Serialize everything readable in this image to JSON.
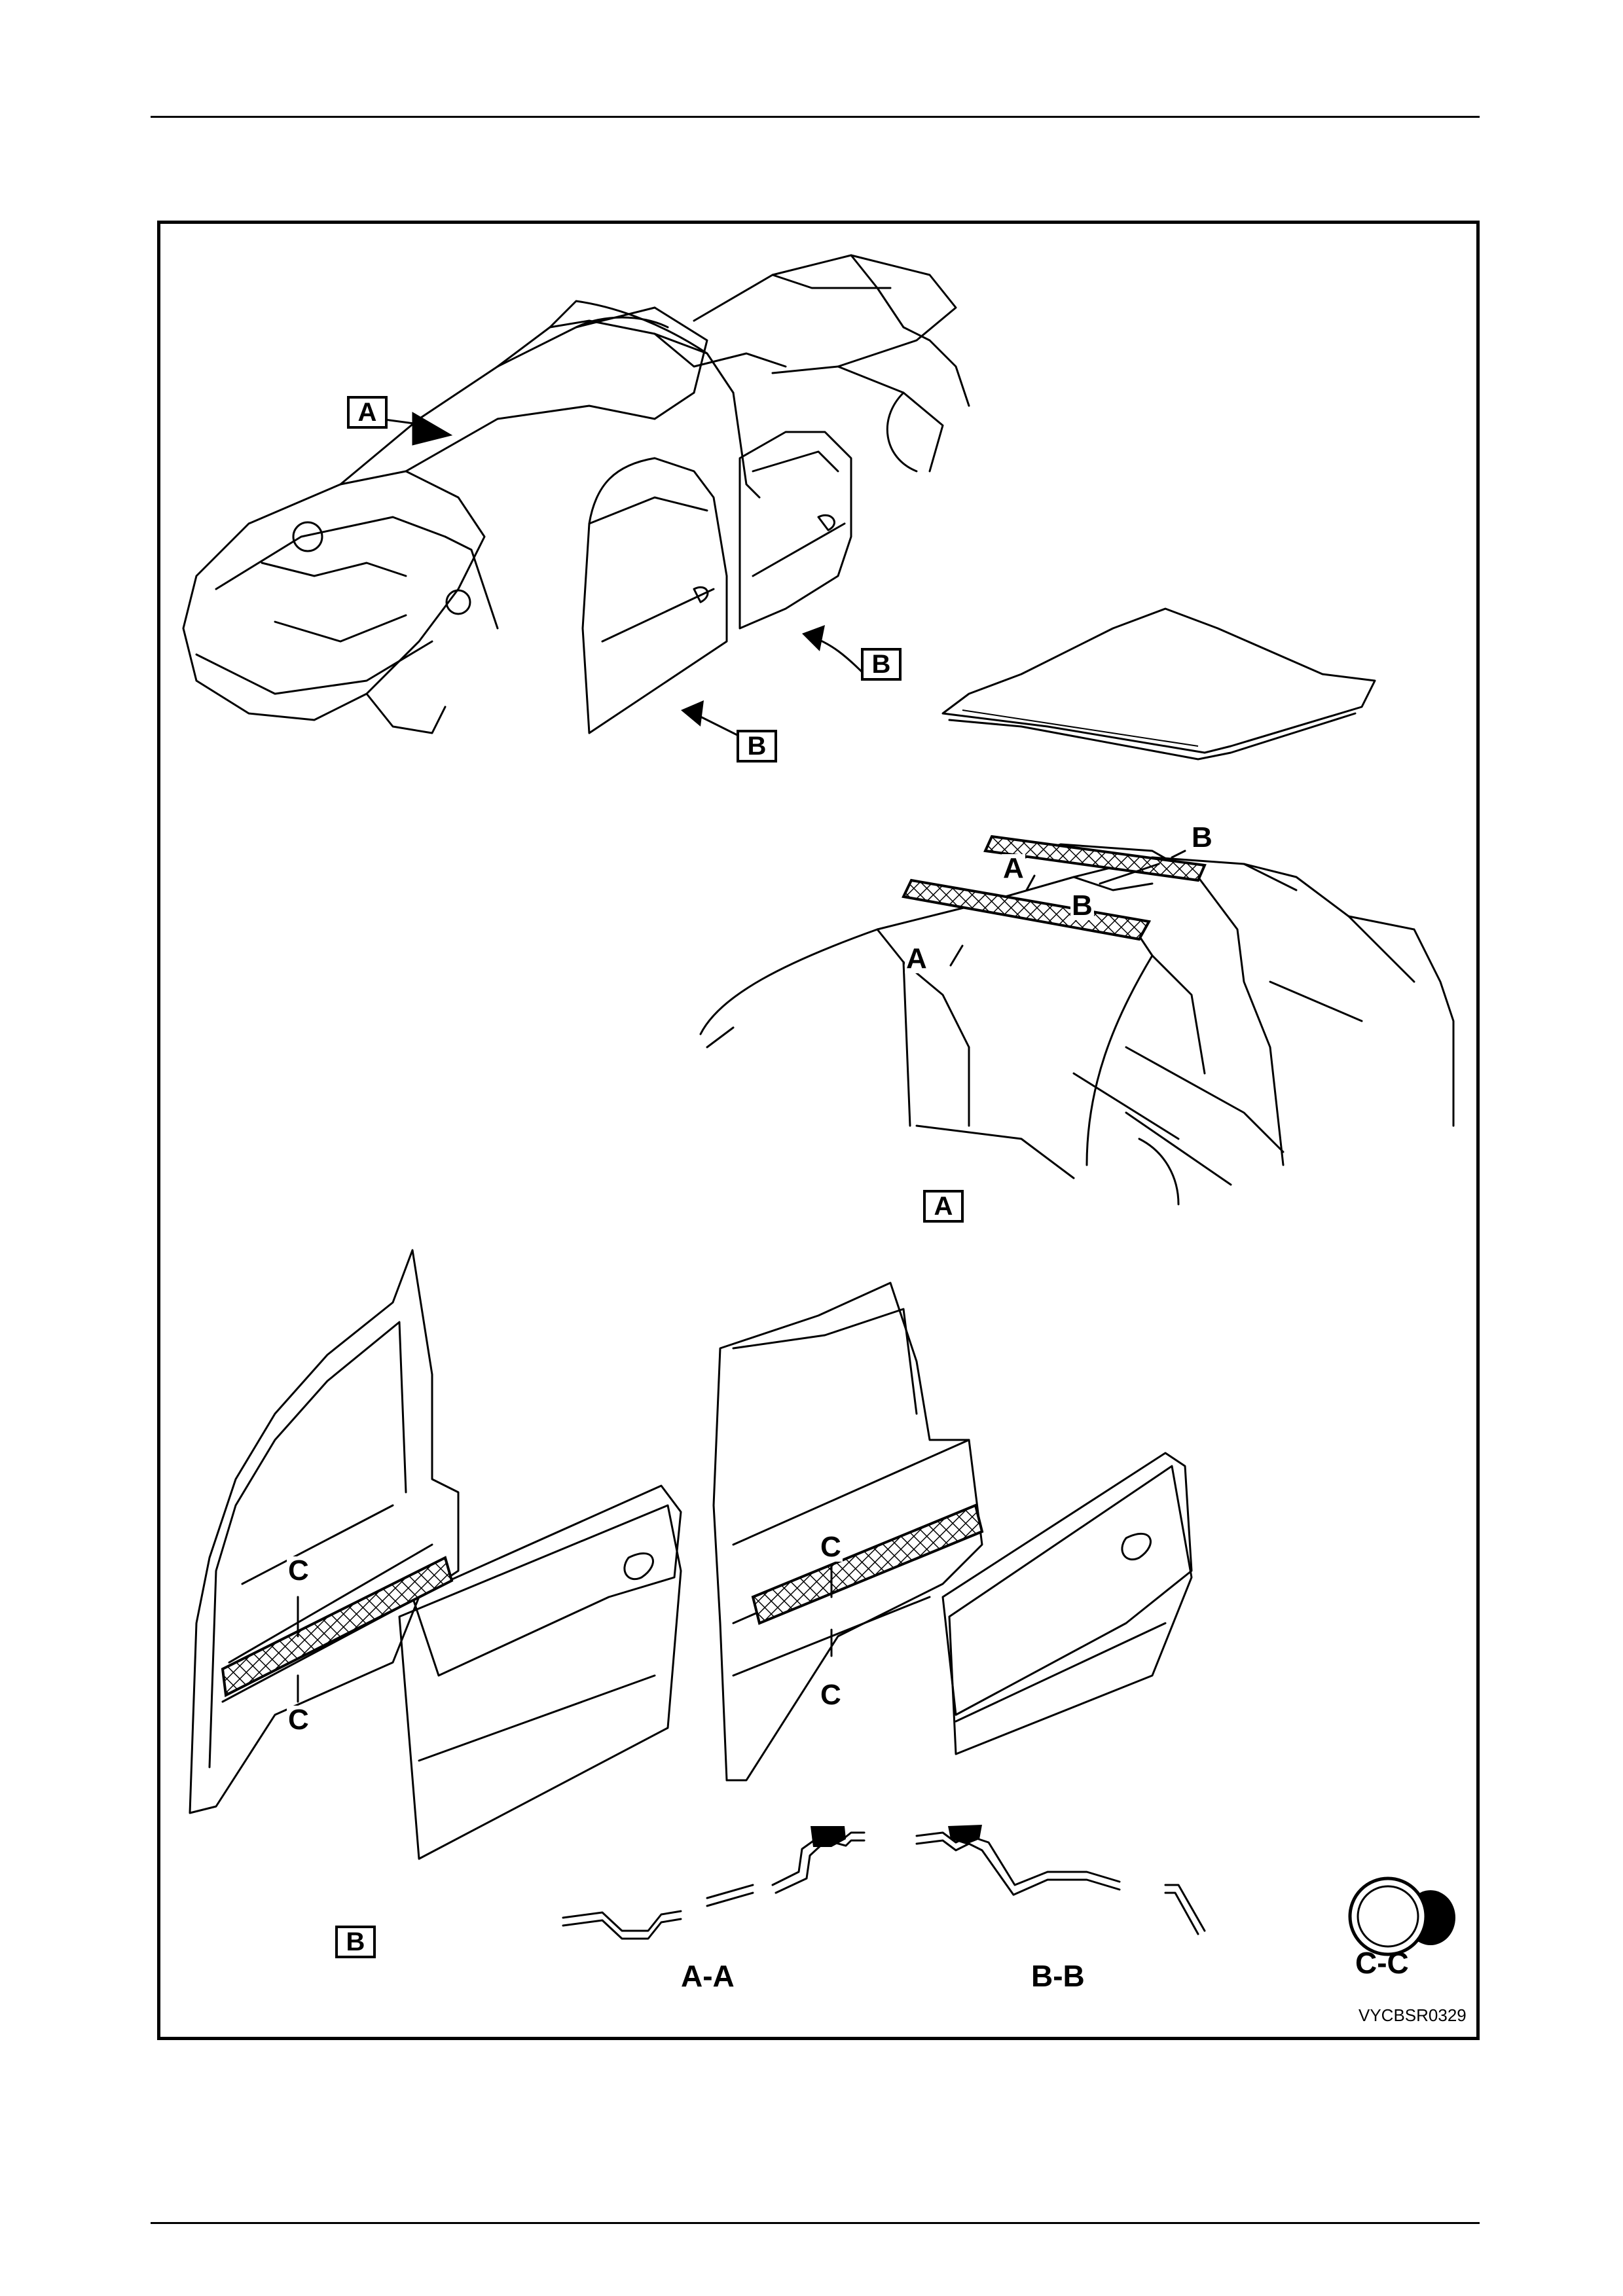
{
  "figure": {
    "callouts": {
      "view_a_arrow": "A",
      "view_b_arrow_front": "B",
      "view_b_arrow_rear": "B",
      "view_a_caption": "A",
      "view_b_caption": "B"
    },
    "section_marks": {
      "roof_a_upper": "A",
      "roof_a_lower": "A",
      "roof_b_upper": "B",
      "roof_b_lower": "B",
      "front_door_c_upper": "C",
      "front_door_c_lower": "C",
      "rear_door_c_upper": "C",
      "rear_door_c_lower": "C"
    },
    "sections": {
      "aa": "A-A",
      "bb": "B-B",
      "cc": "C-C"
    },
    "reference_code": "VYCBSR0329"
  }
}
